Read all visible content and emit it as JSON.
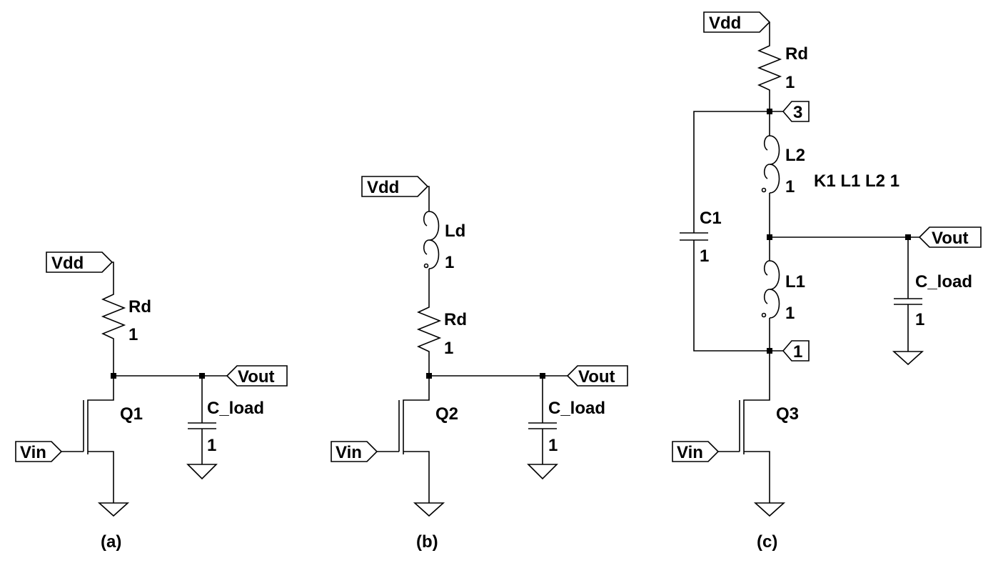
{
  "circuit_a": {
    "caption": "(a)",
    "vdd": "Vdd",
    "vin": "Vin",
    "vout": "Vout",
    "rd": {
      "name": "Rd",
      "value": "1"
    },
    "transistor": "Q1",
    "cload": {
      "name": "C_load",
      "value": "1"
    }
  },
  "circuit_b": {
    "caption": "(b)",
    "vdd": "Vdd",
    "vin": "Vin",
    "vout": "Vout",
    "ld": {
      "name": "Ld",
      "value": "1"
    },
    "rd": {
      "name": "Rd",
      "value": "1"
    },
    "transistor": "Q2",
    "cload": {
      "name": "C_load",
      "value": "1"
    }
  },
  "circuit_c": {
    "caption": "(c)",
    "vdd": "Vdd",
    "vin": "Vin",
    "vout": "Vout",
    "rd": {
      "name": "Rd",
      "value": "1"
    },
    "node_top": "3",
    "node_bottom": "1",
    "l2": {
      "name": "L2",
      "value": "1"
    },
    "l1": {
      "name": "L1",
      "value": "1"
    },
    "coupling": "K1 L1 L2 1",
    "c1": {
      "name": "C1",
      "value": "1"
    },
    "transistor": "Q3",
    "cload": {
      "name": "C_load",
      "value": "1"
    }
  }
}
